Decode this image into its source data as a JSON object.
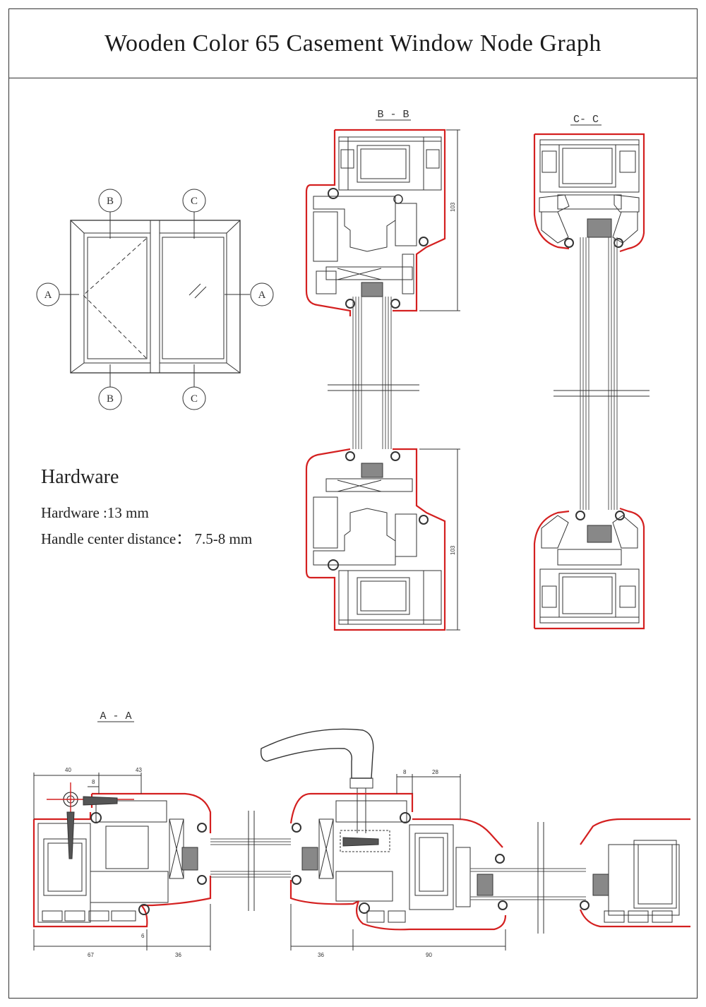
{
  "title": "Wooden Color 65 Casement Window Node Graph",
  "elevation": {
    "markers": [
      "B",
      "C",
      "A",
      "A",
      "B",
      "C"
    ]
  },
  "sections": {
    "bb": "B - B",
    "cc": "C- C",
    "aa": "A - A"
  },
  "hardware": {
    "heading": "Hardware",
    "line1": "Hardware  :13 mm",
    "line2": "Handle center distance： 7.5-8 mm"
  },
  "dimensions": {
    "bb_top": "103",
    "bb_bottom": "103",
    "aa": [
      "40",
      "43",
      "8",
      "8",
      "28",
      "67",
      "6",
      "36",
      "36",
      "90"
    ]
  },
  "colors": {
    "line": "#333333",
    "outline": "#d42020",
    "glazing": "#555555"
  }
}
